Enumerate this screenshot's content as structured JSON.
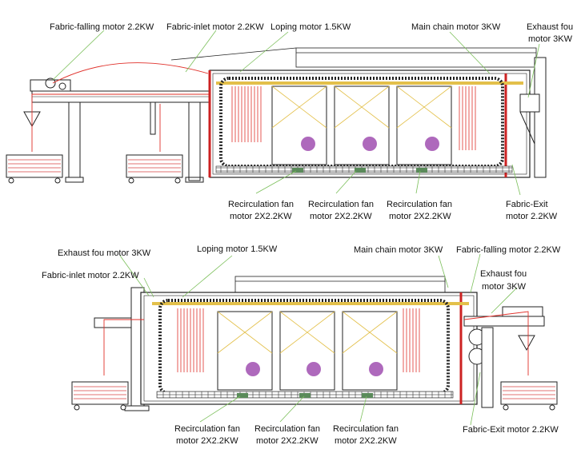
{
  "colors": {
    "frame": "#222222",
    "fabric": "#e0302a",
    "leader": "#7bbf5a",
    "guide": "#e3c04a",
    "fan": "#a04fb0",
    "cart": "#d94040"
  },
  "top_machine": {
    "labels": {
      "fabric_falling": "Fabric-falling motor 2.2KW",
      "fabric_inlet": "Fabric-inlet motor 2.2KW",
      "loping": "Loping motor 1.5KW",
      "main_chain": "Main chain motor 3KW",
      "exhaust_line1": "Exhaust fou",
      "exhaust_line2": "motor 3KW",
      "recirc1_line1": "Recirculation fan",
      "recirc1_line2": "motor 2X2.2KW",
      "recirc2_line1": "Recirculation fan",
      "recirc2_line2": "motor 2X2.2KW",
      "recirc3_line1": "Recirculation fan",
      "recirc3_line2": "motor 2X2.2KW",
      "exit_line1": "Fabric-Exit",
      "exit_line2": "motor 2.2KW"
    }
  },
  "bottom_machine": {
    "labels": {
      "exhaust_left": "Exhaust fou motor 3KW",
      "fabric_inlet": "Fabric-inlet motor 2.2KW",
      "loping": "Loping motor 1.5KW",
      "main_chain": "Main chain motor 3KW",
      "fabric_falling": "Fabric-falling motor 2.2KW",
      "exhaust_right_line1": "Exhaust fou",
      "exhaust_right_line2": "motor 3KW",
      "exit": "Fabric-Exit motor 2.2KW",
      "recirc1_line1": "Recirculation fan",
      "recirc1_line2": "motor 2X2.2KW",
      "recirc2_line1": "Recirculation fan",
      "recirc2_line2": "motor 2X2.2KW",
      "recirc3_line1": "Recirculation fan",
      "recirc3_line2": "motor 2X2.2KW"
    }
  }
}
